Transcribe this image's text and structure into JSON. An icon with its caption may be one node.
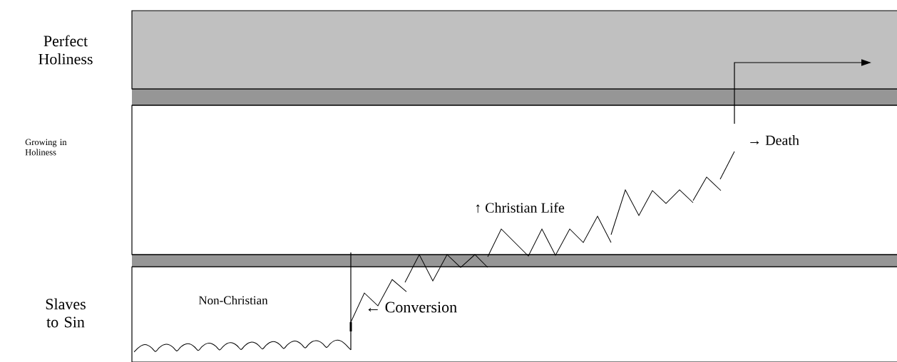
{
  "diagram": {
    "labels": [
      "Perfect Holiness",
      "Growing in Holiness",
      "Slaves to Sin",
      "Non-Christian",
      "← Conversion",
      "↑ Christian Life",
      "→ Death"
    ]
  }
}
